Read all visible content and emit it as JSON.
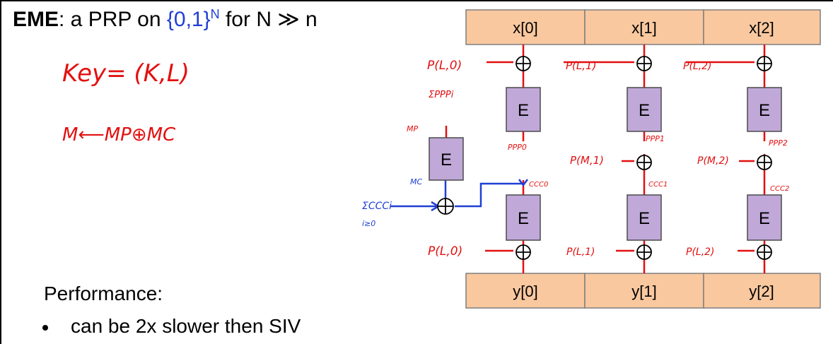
{
  "title": {
    "bold": "EME",
    "colon": ":  a PRP on  ",
    "set": "{0,1}",
    "sup": "N",
    "rest": "  for    N ≫ n"
  },
  "notes": {
    "key": "Key= (K,L)",
    "m": "M⟵MP⊕MC"
  },
  "diagram": {
    "top_blocks": [
      "x[0]",
      "x[1]",
      "x[2]"
    ],
    "bottom_blocks": [
      "y[0]",
      "y[1]",
      "y[2]"
    ],
    "cipher_label": "E",
    "top_masks": [
      "P(L,0)",
      "P(L,1)",
      "P(L,2)"
    ],
    "mid_masks": [
      "P(M,1)",
      "P(M,2)"
    ],
    "bottom_masks": [
      "P(L,0)",
      "P(L,1)",
      "P(L,2)"
    ],
    "ppp": [
      "ΣPPPi",
      "PPP0",
      "PPP1",
      "PPP2"
    ],
    "ccc": [
      "CCC0",
      "CCC1",
      "CCC2"
    ],
    "mp": "MP",
    "mc": "MC",
    "sum_ccc": "ΣCCCi",
    "sum_sub": "i≥0"
  },
  "performance": {
    "heading": "Performance:",
    "bullet": "can be 2x slower then SIV"
  },
  "colors": {
    "cell": "#f9c89f",
    "cipher": "#c0a8d8",
    "red_ink": "#e31010",
    "blue_ink": "#1f3fd6"
  }
}
